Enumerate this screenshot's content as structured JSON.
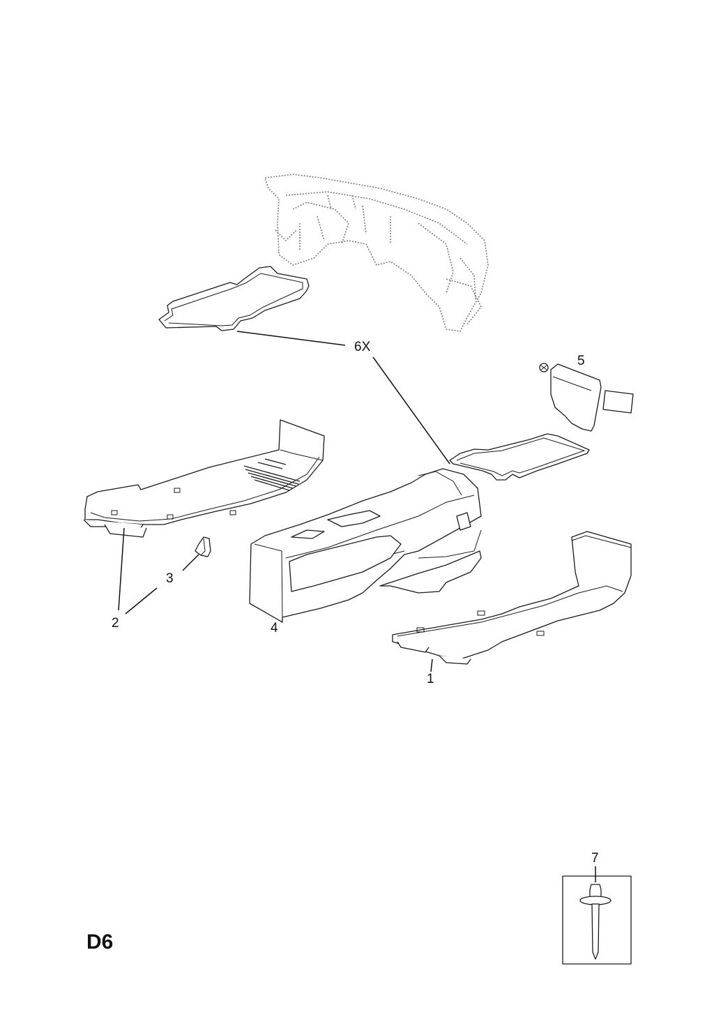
{
  "diagram": {
    "page_code": "D6",
    "callouts": {
      "c1": "1",
      "c2": "2",
      "c3": "3",
      "c4": "4",
      "c5": "5",
      "c6": "6X",
      "c7": "7"
    }
  }
}
